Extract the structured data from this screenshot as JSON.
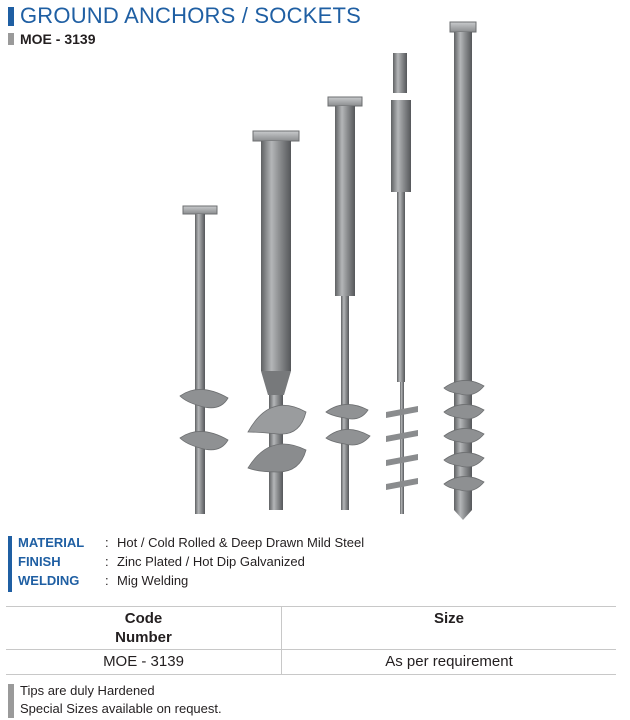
{
  "header": {
    "title": "GROUND ANCHORS / SOCKETS",
    "code": "MOE - 3139"
  },
  "specs": [
    {
      "label": "MATERIAL",
      "colon": ":",
      "value": "Hot / Cold Rolled & Deep Drawn Mild Steel"
    },
    {
      "label": "FINISH",
      "colon": ":",
      "value": "Zinc Plated / Hot Dip Galvanized"
    },
    {
      "label": "WELDING",
      "colon": ":",
      "value": "Mig Welding"
    }
  ],
  "table": {
    "headers": [
      "Code\nNumber",
      "Size"
    ],
    "rows": [
      [
        "MOE - 3139",
        "As per requirement"
      ]
    ]
  },
  "notes": [
    "Tips are duly Hardened",
    "Special Sizes available on request."
  ],
  "colors": {
    "accent": "#1f5fa3",
    "grey_bar": "#9a9a9a",
    "steel": "#8a8c8e"
  }
}
